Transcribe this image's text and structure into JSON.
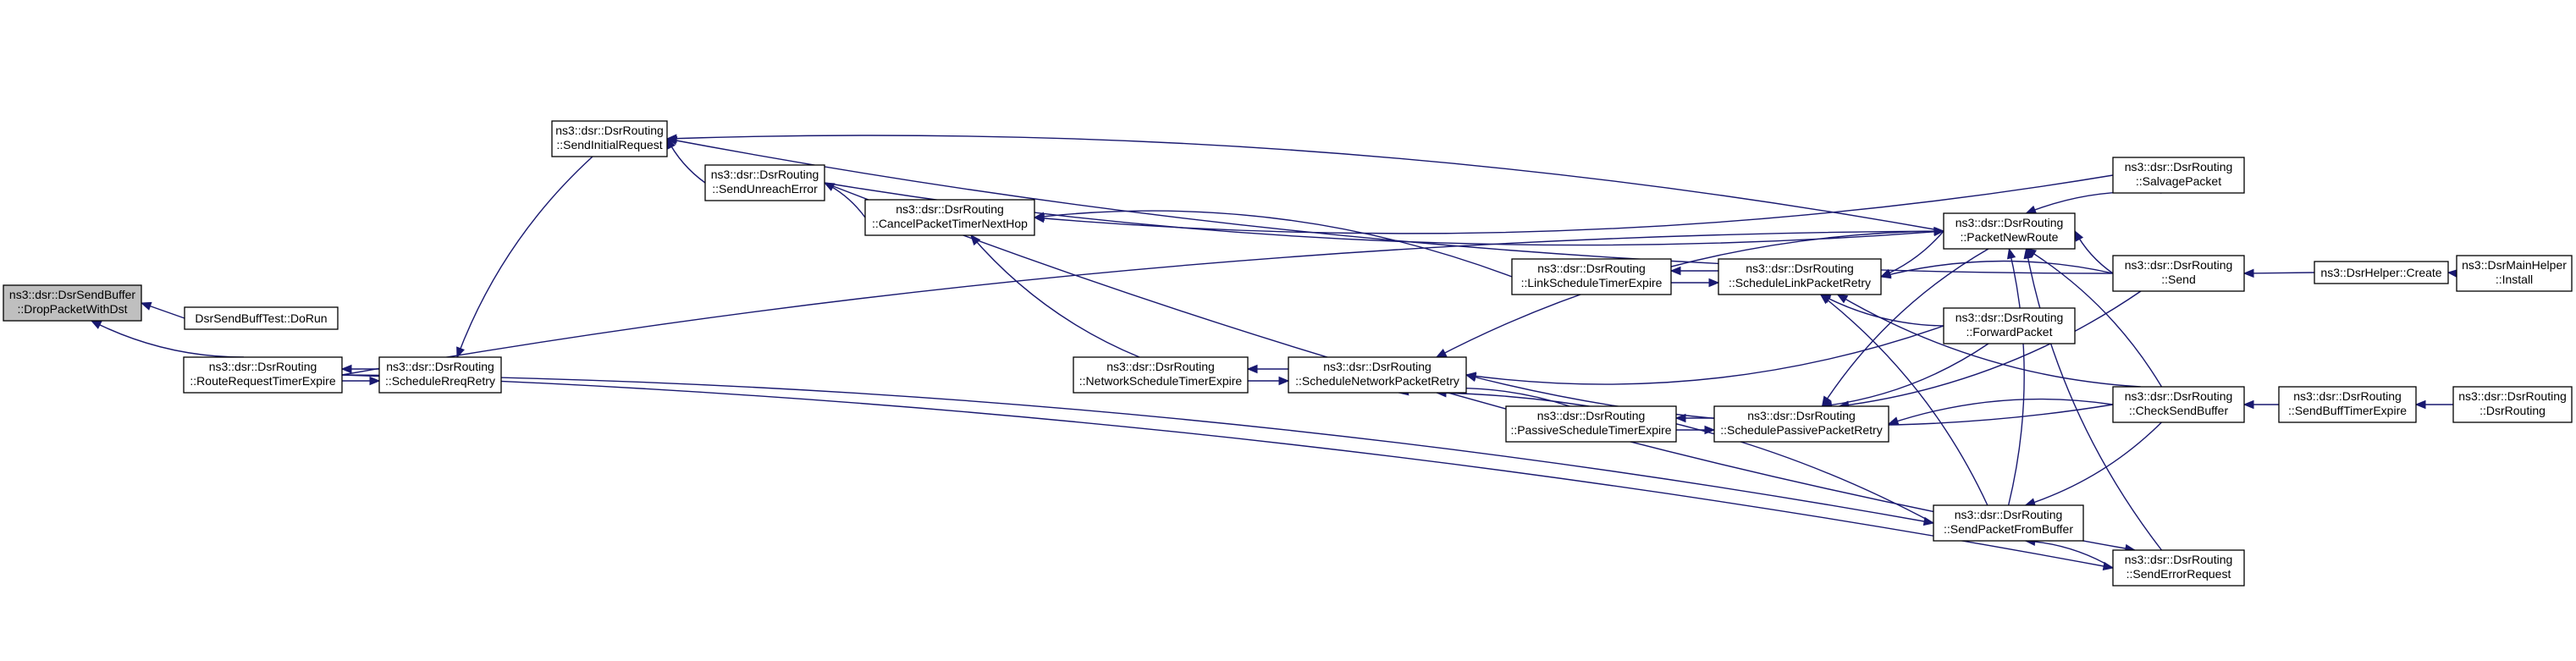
{
  "diagram": {
    "type": "doxygen-caller-graph",
    "colors": {
      "edge": "#191970",
      "root_fill": "#bfbfbf",
      "node_fill": "#ffffff",
      "node_border": "#000000"
    },
    "nodes": [
      {
        "id": "drop",
        "lines": [
          "ns3::dsr::DsrSendBuffer",
          "::DropPacketWithDst"
        ],
        "root": true
      },
      {
        "id": "dorun",
        "lines": [
          "DsrSendBuffTest::DoRun"
        ]
      },
      {
        "id": "rrte",
        "lines": [
          "ns3::dsr::DsrRouting",
          "::RouteRequestTimerExpire"
        ]
      },
      {
        "id": "srr",
        "lines": [
          "ns3::dsr::DsrRouting",
          "::ScheduleRreqRetry"
        ]
      },
      {
        "id": "sir",
        "lines": [
          "ns3::dsr::DsrRouting",
          "::SendInitialRequest"
        ]
      },
      {
        "id": "sue",
        "lines": [
          "ns3::dsr::DsrRouting",
          "::SendUnreachError"
        ]
      },
      {
        "id": "cptnh",
        "lines": [
          "ns3::dsr::DsrRouting",
          "::CancelPacketTimerNextHop"
        ]
      },
      {
        "id": "nste",
        "lines": [
          "ns3::dsr::DsrRouting",
          "::NetworkScheduleTimerExpire"
        ]
      },
      {
        "id": "snpr",
        "lines": [
          "ns3::dsr::DsrRouting",
          "::ScheduleNetworkPacketRetry"
        ]
      },
      {
        "id": "lste",
        "lines": [
          "ns3::dsr::DsrRouting",
          "::LinkScheduleTimerExpire"
        ]
      },
      {
        "id": "pste",
        "lines": [
          "ns3::dsr::DsrRouting",
          "::PassiveScheduleTimerExpire"
        ]
      },
      {
        "id": "slpr",
        "lines": [
          "ns3::dsr::DsrRouting",
          "::ScheduleLinkPacketRetry"
        ]
      },
      {
        "id": "sppr",
        "lines": [
          "ns3::dsr::DsrRouting",
          "::SchedulePassivePacketRetry"
        ]
      },
      {
        "id": "pnr",
        "lines": [
          "ns3::dsr::DsrRouting",
          "::PacketNewRoute"
        ]
      },
      {
        "id": "fwd",
        "lines": [
          "ns3::dsr::DsrRouting",
          "::ForwardPacket"
        ]
      },
      {
        "id": "spfb",
        "lines": [
          "ns3::dsr::DsrRouting",
          "::SendPacketFromBuffer"
        ]
      },
      {
        "id": "salvage",
        "lines": [
          "ns3::dsr::DsrRouting",
          "::SalvagePacket"
        ]
      },
      {
        "id": "send",
        "lines": [
          "ns3::dsr::DsrRouting",
          "::Send"
        ]
      },
      {
        "id": "csb",
        "lines": [
          "ns3::dsr::DsrRouting",
          "::CheckSendBuffer"
        ]
      },
      {
        "id": "ser",
        "lines": [
          "ns3::dsr::DsrRouting",
          "::SendErrorRequest"
        ]
      },
      {
        "id": "create",
        "lines": [
          "ns3::DsrHelper::Create"
        ]
      },
      {
        "id": "sbte",
        "lines": [
          "ns3::dsr::DsrRouting",
          "::SendBuffTimerExpire"
        ]
      },
      {
        "id": "install",
        "lines": [
          "ns3::DsrMainHelper",
          "::Install"
        ]
      },
      {
        "id": "ctor",
        "lines": [
          "ns3::dsr::DsrRouting",
          "::DsrRouting"
        ]
      }
    ],
    "edges": [
      [
        "dorun",
        "drop"
      ],
      [
        "rrte",
        "drop"
      ],
      [
        "srr",
        "rrte"
      ],
      [
        "rrte",
        "srr"
      ],
      [
        "sir",
        "srr"
      ],
      [
        "sue",
        "sir"
      ],
      [
        "pnr",
        "sir"
      ],
      [
        "send",
        "sir"
      ],
      [
        "cptnh",
        "sue"
      ],
      [
        "nste",
        "cptnh"
      ],
      [
        "lste",
        "cptnh"
      ],
      [
        "salvage",
        "cptnh"
      ],
      [
        "snpr",
        "nste"
      ],
      [
        "nste",
        "snpr"
      ],
      [
        "pnr",
        "snpr"
      ],
      [
        "fwd",
        "snpr"
      ],
      [
        "spfb",
        "snpr"
      ],
      [
        "csb",
        "snpr"
      ],
      [
        "pste",
        "snpr"
      ],
      [
        "slpr",
        "lste"
      ],
      [
        "lste",
        "slpr"
      ],
      [
        "sppr",
        "pste"
      ],
      [
        "pste",
        "sppr"
      ],
      [
        "pnr",
        "slpr"
      ],
      [
        "send",
        "slpr"
      ],
      [
        "fwd",
        "slpr"
      ],
      [
        "spfb",
        "slpr"
      ],
      [
        "csb",
        "slpr"
      ],
      [
        "pnr",
        "sppr"
      ],
      [
        "fwd",
        "sppr"
      ],
      [
        "csb",
        "sppr"
      ],
      [
        "send",
        "sppr"
      ],
      [
        "salvage",
        "pnr"
      ],
      [
        "send",
        "pnr"
      ],
      [
        "csb",
        "pnr"
      ],
      [
        "ser",
        "pnr"
      ],
      [
        "spfb",
        "pnr"
      ],
      [
        "rrte",
        "pnr"
      ],
      [
        "sue",
        "pnr"
      ],
      [
        "create",
        "send"
      ],
      [
        "sbte",
        "csb"
      ],
      [
        "install",
        "create"
      ],
      [
        "ctor",
        "sbte"
      ],
      [
        "csb",
        "spfb"
      ],
      [
        "ser",
        "spfb"
      ],
      [
        "rrte",
        "spfb"
      ],
      [
        "sue",
        "ser"
      ],
      [
        "rrte",
        "ser"
      ]
    ]
  }
}
